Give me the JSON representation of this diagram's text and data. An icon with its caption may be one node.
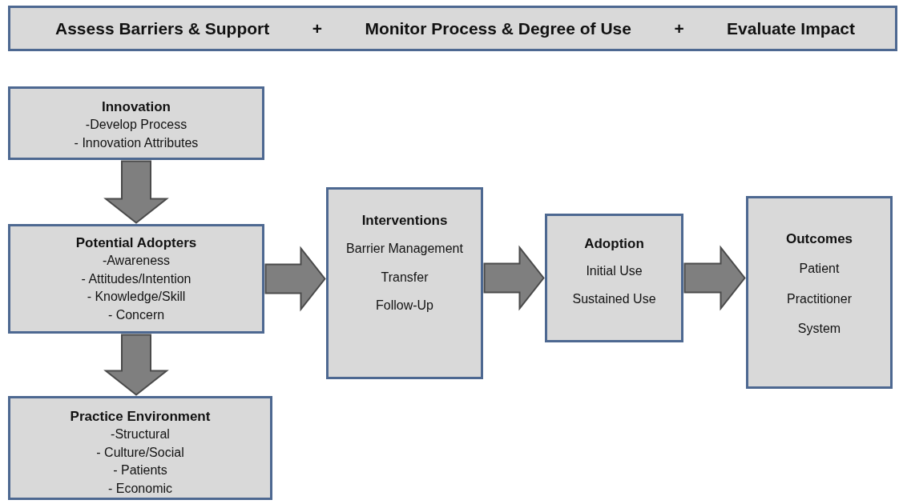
{
  "diagram": {
    "nodes": [
      {
        "text": [
          "Assess Barriers & Support",
          "+",
          "Monitor Process & Degree of Use",
          "+",
          "Evaluate Impact"
        ]
      },
      {
        "text": [
          "Innovation",
          "-Develop Process",
          "- Innovation Attributes"
        ]
      },
      {
        "text": [
          "Potential Adopters",
          "-Awareness",
          "- Attitudes/Intention",
          "- Knowledge/Skill",
          "- Concern"
        ]
      },
      {
        "text": [
          "Practice Environment",
          "-Structural",
          "- Culture/Social",
          "- Patients",
          "- Economic"
        ]
      },
      {
        "text": [
          "Interventions",
          "Barrier Management",
          "Transfer",
          "Follow-Up"
        ]
      },
      {
        "text": [
          "Adoption",
          "Initial Use",
          "Sustained Use"
        ]
      },
      {
        "text": [
          "Outcomes",
          "Patient",
          "Practitioner",
          "System"
        ]
      }
    ],
    "edges": [
      {
        "from": 1,
        "to": 2,
        "arrow": "to"
      },
      {
        "from": 2,
        "to": 3,
        "arrow": "to"
      },
      {
        "from": 2,
        "to": 4,
        "arrow": "to"
      },
      {
        "from": 4,
        "to": 5,
        "arrow": "to"
      },
      {
        "from": 5,
        "to": 6,
        "arrow": "to"
      }
    ]
  }
}
